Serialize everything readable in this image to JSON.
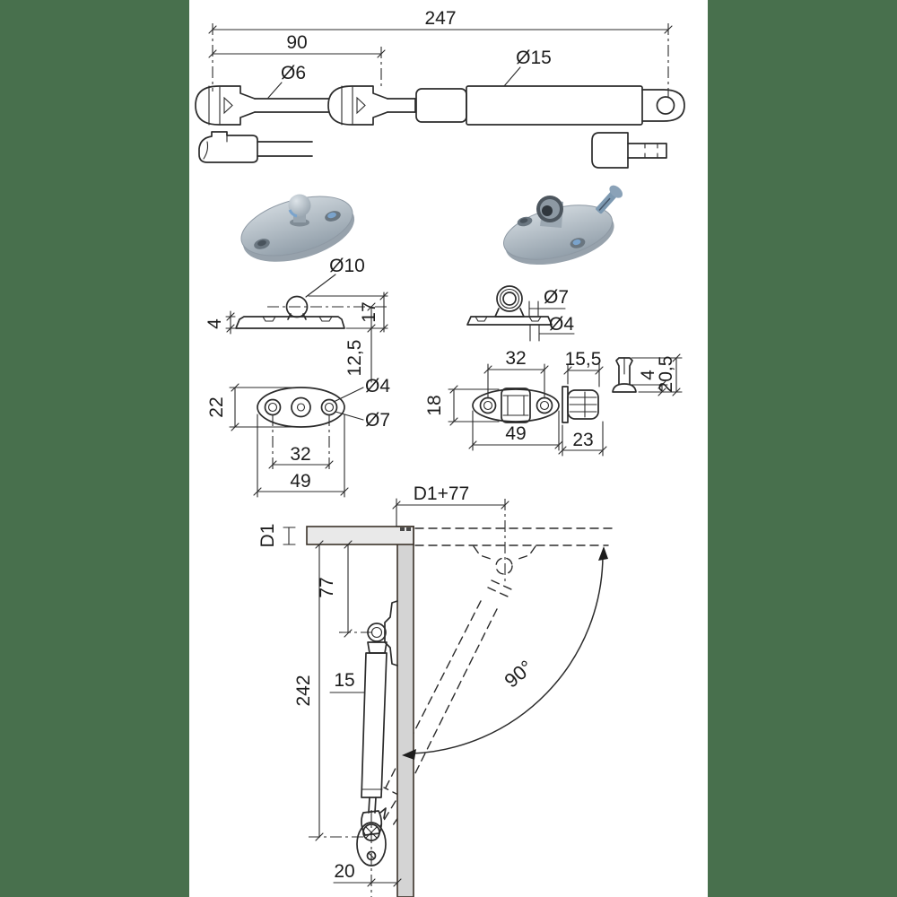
{
  "colors": {
    "background": "#48704d",
    "paper": "#ffffff",
    "flap_fill": "#e9e9e9",
    "panel_fill": "#d4d4d4"
  },
  "gas_spring": {
    "overall_length": "247",
    "extension": "90",
    "rod_diameter": "Ø6",
    "cylinder_diameter": "Ø15"
  },
  "ball_stud_bracket": {
    "ball_diameter": "Ø10",
    "total_height": "17",
    "plate_thickness": "4",
    "ball_center_height": "12,5",
    "plate_width": "22",
    "hole_spacing": "32",
    "plate_length": "49",
    "screw_hole_diameter": "Ø4",
    "countersink_diameter": "Ø7"
  },
  "eyelet_bracket": {
    "countersink_diameter": "Ø7",
    "screw_hole_diameter": "Ø4",
    "hole_spacing": "32",
    "plate_width": "18",
    "plate_length": "49",
    "boss_width": "15,5",
    "overall_depth": "23"
  },
  "pin": {
    "head_height": "4",
    "length": "20,5"
  },
  "installation": {
    "open_offset": "D1+77",
    "flap_thickness": "D1",
    "upper_mount_distance": "77",
    "lower_mount_distance": "242",
    "cylinder_diameter": "15",
    "opening_angle": "90°",
    "lower_mount_offset": "20"
  }
}
